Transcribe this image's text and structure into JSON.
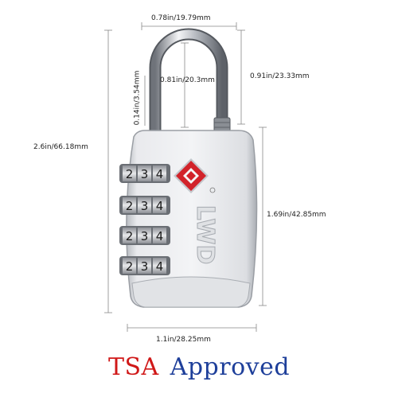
{
  "dimensions": {
    "shackle_width": "0.78in/19.79mm",
    "shackle_height_right": "0.91in/23.33mm",
    "shackle_inner_height": "0.81in/20.3mm",
    "shackle_diameter": "0.14in/3.54mm",
    "total_height": "2.6in/66.18mm",
    "body_height": "1.69in/42.85mm",
    "body_width": "1.1in/28.25mm"
  },
  "lock": {
    "brand": "LWD",
    "dials": [
      [
        "2",
        "3",
        "4"
      ],
      [
        "2",
        "3",
        "4"
      ],
      [
        "2",
        "3",
        "4"
      ],
      [
        "2",
        "3",
        "4"
      ]
    ],
    "body_color": "#e6e7ea",
    "badge_color": "#d2232a"
  },
  "caption": {
    "word1": "TSA",
    "word2": "Approved",
    "word1_color": "#d01818",
    "word2_color": "#1e3f9a"
  }
}
